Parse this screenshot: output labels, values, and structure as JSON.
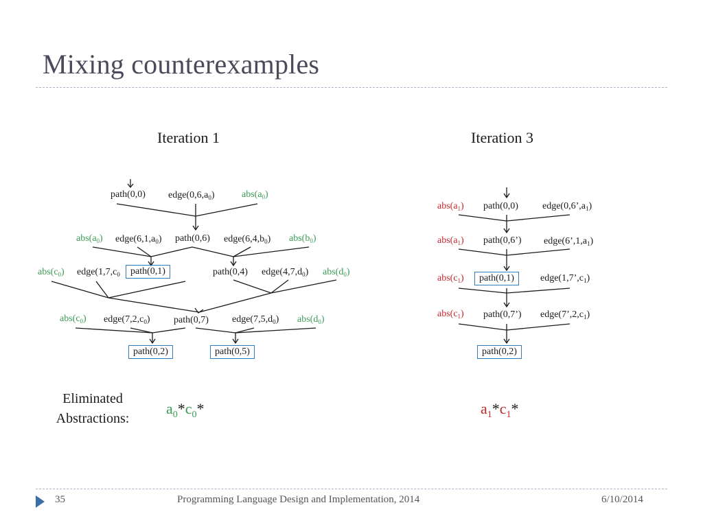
{
  "slide": {
    "title": "Mixing counterexamples",
    "footer": {
      "page": "35",
      "center": "Programming Language Design and Implementation, 2014",
      "date": "6/10/2014"
    }
  },
  "iteration1": {
    "heading": "Iteration 1",
    "nodes": {
      "path00": "path(0,0)",
      "edge06a": "edge(0,6,a",
      "edge06a_sub": "0",
      "edge06a_end": ")",
      "absA0_r1": "abs(a",
      "absA0_r1_sub": "0",
      "absA0_r1_end": ")",
      "absA0_r2": "abs(a",
      "absA0_r2_sub": "0",
      "absA0_r2_end": ")",
      "edge61a": "edge(6,1,a",
      "edge61a_sub": "0",
      "edge61a_end": ")",
      "path06": "path(0,6)",
      "edge64b": "edge(6,4,b",
      "edge64b_sub": "0",
      "edge64b_end": ")",
      "absB0": "abs(b",
      "absB0_sub": "0",
      "absB0_end": ")",
      "absC0_r3": "abs(c",
      "absC0_r3_sub": "0",
      "absC0_r3_end": ")",
      "edge17c": "edge(1,7,c",
      "edge17c_sub": "0",
      "path01": "path(0,1)",
      "path04": "path(0,4)",
      "edge47d": "edge(4,7,d",
      "edge47d_sub": "0",
      "edge47d_end": ")",
      "absD0_r3": "abs(d",
      "absD0_r3_sub": "0",
      "absD0_r3_end": ")",
      "absC0_r4": "abs(c",
      "absC0_r4_sub": "0",
      "absC0_r4_end": ")",
      "edge72c": "edge(7,2,c",
      "edge72c_sub": "0",
      "edge72c_end": ")",
      "path07": "path(0,7)",
      "edge75d": "edge(7,5,d",
      "edge75d_sub": "0",
      "edge75d_end": ")",
      "absD0_r4": "abs(d",
      "absD0_r4_sub": "0",
      "absD0_r4_end": ")",
      "path02": "path(0,2)",
      "path05": "path(0,5)"
    },
    "eliminated_label": "Eliminated Abstractions:",
    "eliminated": [
      {
        "base": "a",
        "sub": "0",
        "color": "green"
      },
      {
        "base": "*",
        "sub": "",
        "color": "black"
      },
      {
        "base": "c",
        "sub": "0",
        "color": "green"
      },
      {
        "base": "*",
        "sub": "",
        "color": "black"
      }
    ]
  },
  "iteration3": {
    "heading": "Iteration 3",
    "nodes": {
      "absA1_r1": "abs(a",
      "absA1_r1_sub": "1",
      "absA1_r1_end": ")",
      "path00": "path(0,0)",
      "edge06pa": "edge(0,6’,a",
      "edge06pa_sub": "1",
      "edge06pa_end": ")",
      "absA1_r2": "abs(a",
      "absA1_r2_sub": "1",
      "absA1_r2_end": ")",
      "path06p": "path(0,6’)",
      "edge6p1a": "edge(6’,1,a",
      "edge6p1a_sub": "1",
      "edge6p1a_end": ")",
      "absC1_r3": "abs(c",
      "absC1_r3_sub": "1",
      "absC1_r3_end": ")",
      "path01": "path(0,1)",
      "edge17pc": "edge(1,7’,c",
      "edge17pc_sub": "1",
      "edge17pc_end": ")",
      "absC1_r4": "abs(c",
      "absC1_r4_sub": "1",
      "absC1_r4_end": ")",
      "path07p": "path(0,7’)",
      "edge7p2c": "edge(7’,2,c",
      "edge7p2c_sub": "1",
      "edge7p2c_end": ")",
      "path02": "path(0,2)"
    },
    "eliminated": [
      {
        "base": "a",
        "sub": "1",
        "color": "red"
      },
      {
        "base": "*",
        "sub": "",
        "color": "black"
      },
      {
        "base": "c",
        "sub": "1",
        "color": "red"
      },
      {
        "base": "*",
        "sub": "",
        "color": "black"
      }
    ]
  },
  "colors": {
    "green": "#3a9a55",
    "red": "#c0272d",
    "box": "#2e7cbf",
    "title": "#4a4a5a"
  }
}
